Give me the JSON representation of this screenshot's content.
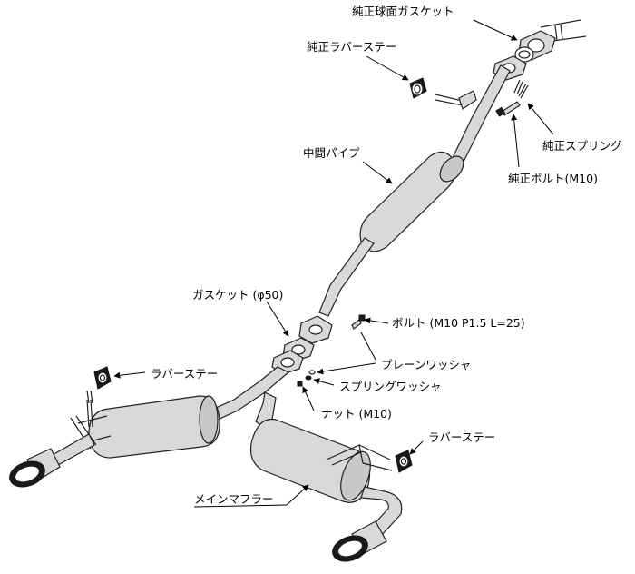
{
  "labels": {
    "ball_gasket": "純正球面ガスケット",
    "oem_rubber_stay": "純正ラバーステー",
    "oem_spring": "純正スプリング",
    "oem_bolt": "純正ボルト(M10)",
    "center_pipe": "中間パイプ",
    "gasket_50": "ガスケット (φ50)",
    "bolt": "ボルト (M10 P1.5 L=25)",
    "plain_washer": "プレーンワッシャ",
    "spring_washer": "スプリングワッシャ",
    "nut": "ナット (M10)",
    "rubber_stay_left": "ラバーステー",
    "rubber_stay_right": "ラバーステー",
    "main_muffler": "メインマフラー"
  },
  "colors": {
    "line": "#222222",
    "fill_light": "#d9d9d9",
    "fill_dark": "#1a1a1a",
    "background": "#ffffff"
  }
}
